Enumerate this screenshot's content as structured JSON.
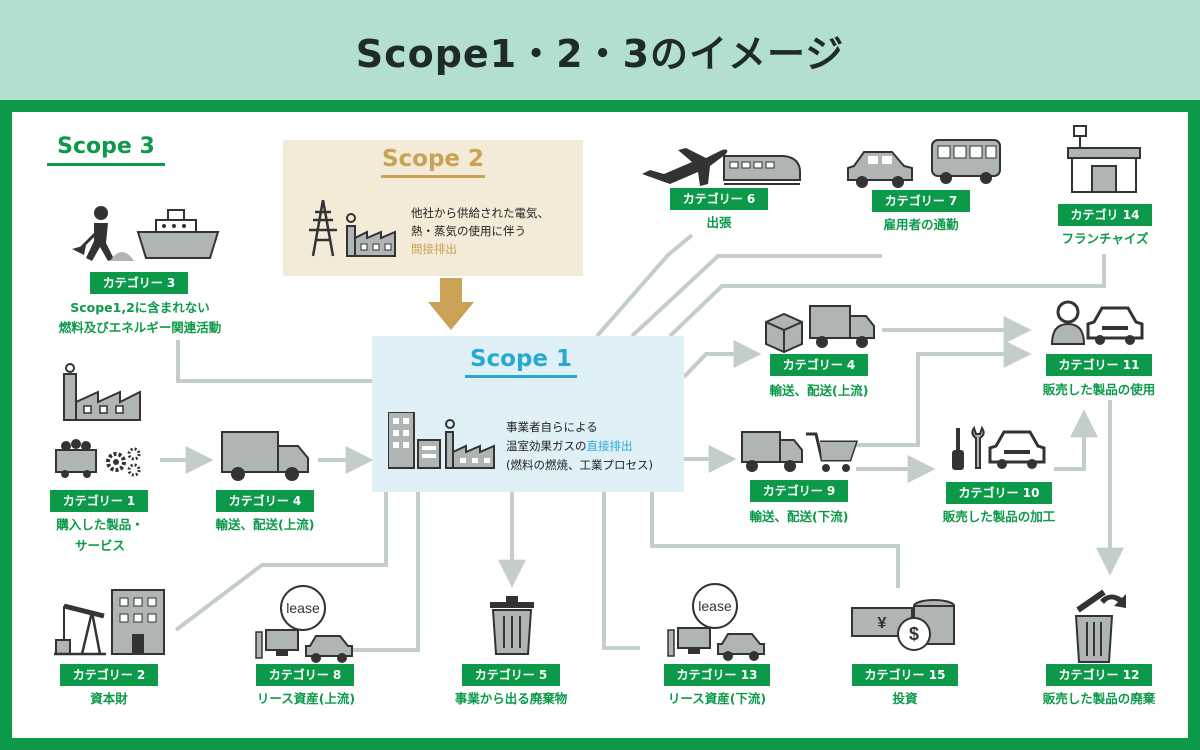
{
  "title": "Scope1・2・3のイメージ",
  "scope3": {
    "title": "Scope 3"
  },
  "scope2": {
    "title": "Scope 2",
    "line1": "他社から供給された電気、",
    "line2": "熱・蒸気の使用に伴う",
    "highlight": "間接排出"
  },
  "scope1": {
    "title": "Scope 1",
    "line1": "事業者自らによる",
    "line2_pre": "温室効果ガスの",
    "line2_highlight": "直接排出",
    "line3": "(燃料の燃焼、工業プロセス)"
  },
  "lease_label": "lease",
  "yen_symbol": "¥",
  "dollar_symbol": "$",
  "categories": {
    "c1": {
      "tag": "カテゴリー 1",
      "label1": "購入した製品・",
      "label2": "サービス"
    },
    "c2": {
      "tag": "カテゴリー 2",
      "label": "資本財"
    },
    "c3": {
      "tag": "カテゴリー 3",
      "label1": "Scope1,2に含まれない",
      "label2": "燃料及びエネルギー関連活動"
    },
    "c4a": {
      "tag": "カテゴリー 4",
      "label": "輸送、配送(上流)"
    },
    "c4b": {
      "tag": "カテゴリー 4",
      "label": "輸送、配送(上流)"
    },
    "c5": {
      "tag": "カテゴリー 5",
      "label": "事業から出る廃棄物"
    },
    "c6": {
      "tag": "カテゴリー 6",
      "label": "出張"
    },
    "c7": {
      "tag": "カテゴリー 7",
      "label": "雇用者の通勤"
    },
    "c8": {
      "tag": "カテゴリー 8",
      "label": "リース資産(上流)"
    },
    "c9": {
      "tag": "カテゴリー 9",
      "label": "輸送、配送(下流)"
    },
    "c10": {
      "tag": "カテゴリー 10",
      "label": "販売した製品の加工"
    },
    "c11": {
      "tag": "カテゴリー 11",
      "label": "販売した製品の使用"
    },
    "c12": {
      "tag": "カテゴリー 12",
      "label": "販売した製品の廃棄"
    },
    "c13": {
      "tag": "カテゴリー 13",
      "label": "リース資産(下流)"
    },
    "c14": {
      "tag": "カテゴリ 14",
      "label": "フランチャイズ"
    },
    "c15": {
      "tag": "カテゴリー 15",
      "label": "投資"
    }
  },
  "colors": {
    "green": "#0c9a4a",
    "title_bg": "#b3dfcf",
    "scope2_bg": "#f4ead8",
    "scope2_accent": "#c9a255",
    "scope1_bg": "#dff1f7",
    "scope1_accent": "#2aa8d4",
    "connector": "#c3cdcb",
    "icon_dark": "#333333",
    "icon_gray": "#aeb5b3"
  }
}
